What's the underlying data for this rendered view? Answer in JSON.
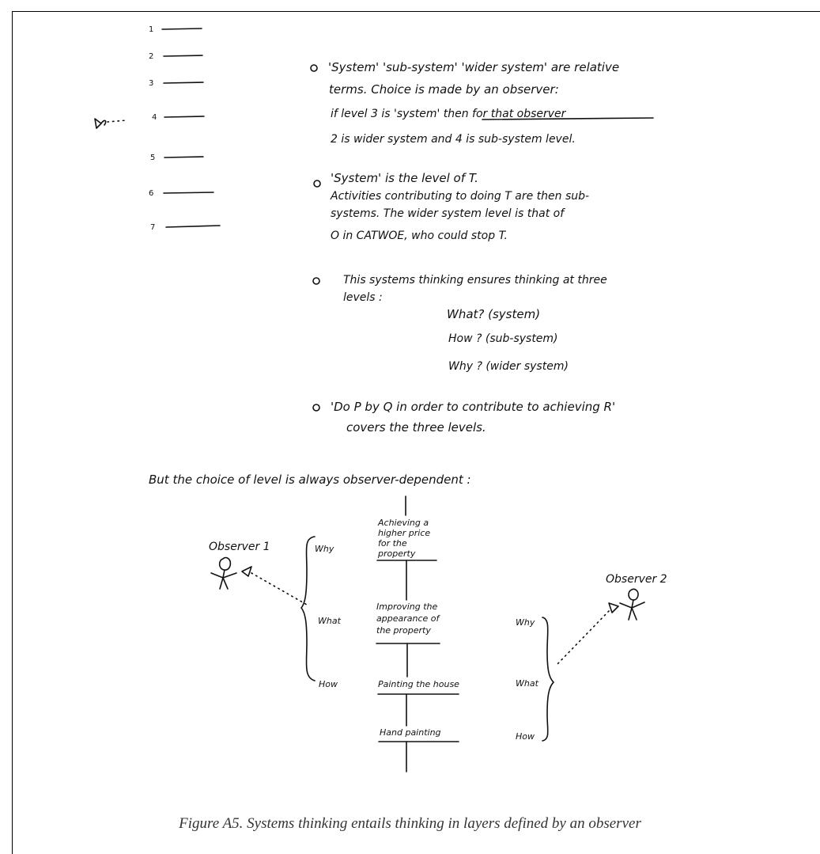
{
  "levels": [
    "1",
    "2",
    "3",
    "4",
    "5",
    "6",
    "7"
  ],
  "notes": [
    "'System' 'sub-system' 'wider system' are relative",
    "terms. Choice is made by an observer:",
    "if level 3 is 'system' then for that observer",
    "2 is wider system and 4 is sub-system level.",
    "'System' is the level of T.",
    "Activities contributing to doing T are then sub-",
    "systems. The wider system level is that of",
    "O in CATWOE, who could stop T.",
    "This systems thinking ensures thinking at three",
    "levels :",
    "What? (system)",
    "How ? (sub-system)",
    "Why ? (wider system)",
    "'Do P by Q in order to contribute to achieving R'",
    "covers the three levels."
  ],
  "but_line": "But the choice of level is always observer-dependent :",
  "observer1": "Observer 1",
  "observer2": "Observer 2",
  "hierarchy": {
    "box1": [
      "Achieving a",
      "higher price",
      "for the",
      "property"
    ],
    "box2": [
      "Improving the",
      "appearance of",
      "the property"
    ],
    "box3": "Painting the house",
    "box4": "Hand painting"
  },
  "brace1": {
    "why": "Why",
    "what": "What",
    "how": "How"
  },
  "brace2": {
    "why": "Why",
    "what": "What",
    "how": "How"
  },
  "caption": "Figure A5.    Systems thinking entails thinking in layers defined by an observer"
}
